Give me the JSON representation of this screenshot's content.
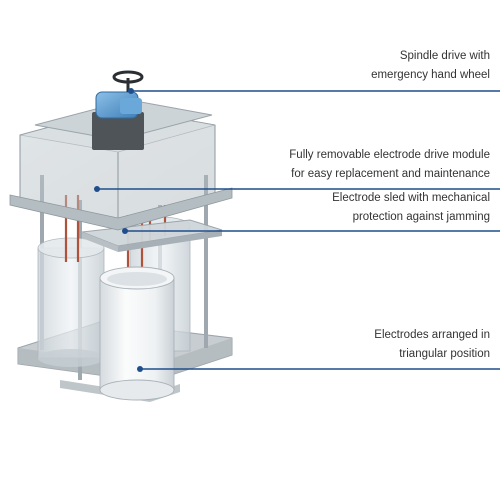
{
  "colors": {
    "leader_line": "#1f4e8c",
    "motor": "#5a9fd4",
    "frame": "#b9c3c8",
    "cylinder": "#eef1f3",
    "electrode_rod": "#b0523a"
  },
  "icons": [
    "hand-wheel-icon",
    "drive-motor-icon"
  ],
  "callouts": [
    {
      "id": "spindle",
      "lines": [
        "Spindle drive with",
        "emergency hand wheel"
      ]
    },
    {
      "id": "module",
      "lines": [
        "Fully removable electrode drive module",
        "for easy replacement and maintenance"
      ]
    },
    {
      "id": "sled",
      "lines": [
        "Electrode sled with mechanical",
        "protection against jamming"
      ]
    },
    {
      "id": "electrodes",
      "lines": [
        "Electrodes arranged in",
        "triangular position"
      ]
    }
  ]
}
